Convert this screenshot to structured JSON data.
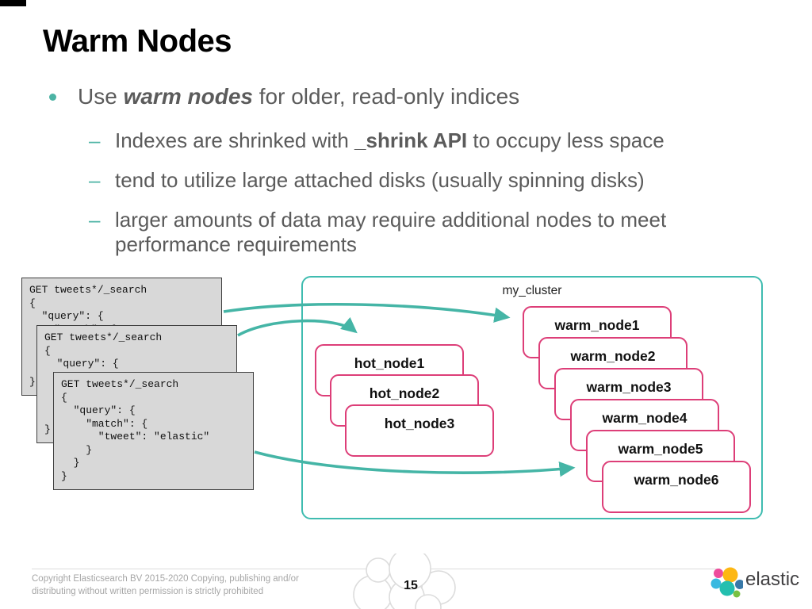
{
  "slide": {
    "title": "Warm Nodes",
    "bullet": {
      "pre": "Use ",
      "emphasis": "warm nodes",
      "post": " for older, read-only indices"
    },
    "sub_bullets": {
      "dash": "–",
      "item1": {
        "pre": "Indexes are shrinked with ",
        "bold": "_shrink API",
        "post": " to occupy less space"
      },
      "item2": "tend to utilize large attached disks (usually spinning disks)",
      "item3_line1": "larger amounts of data may require additional nodes to meet",
      "item3_line2": "performance requirements"
    }
  },
  "diagram": {
    "code_snippet": "GET tweets*/_search\n{\n  \"query\": {\n    \"match\": {\n      \"tweet\": \"elastic\"\n    }\n  }\n}",
    "cluster": {
      "label": "my_cluster",
      "hot_nodes": [
        "hot_node1",
        "hot_node2",
        "hot_node3"
      ],
      "warm_nodes": [
        "warm_node1",
        "warm_node2",
        "warm_node3",
        "warm_node4",
        "warm_node5",
        "warm_node6"
      ]
    }
  },
  "footer": {
    "copyright_line1": "Copyright Elasticsearch BV 2015-2020 Copying, publishing and/or",
    "copyright_line2": "distributing without written permission is strictly prohibited",
    "page_number": "15",
    "logo_text": "elastic"
  },
  "colors": {
    "accent_teal": "#4cb3a4",
    "cluster_border_teal": "#3fbcb0",
    "node_border_pink": "#dd3e78",
    "body_text_gray": "#5b5b5b",
    "code_box_gray": "#d8d8d8",
    "footer_gray": "#a6a6a6",
    "logo_pink": "#ee4c9c",
    "logo_yellow": "#fdb713",
    "logo_lightblue": "#38b9e0",
    "logo_teal": "#23bfaf",
    "logo_blue": "#3878a8",
    "logo_green": "#79c143"
  }
}
